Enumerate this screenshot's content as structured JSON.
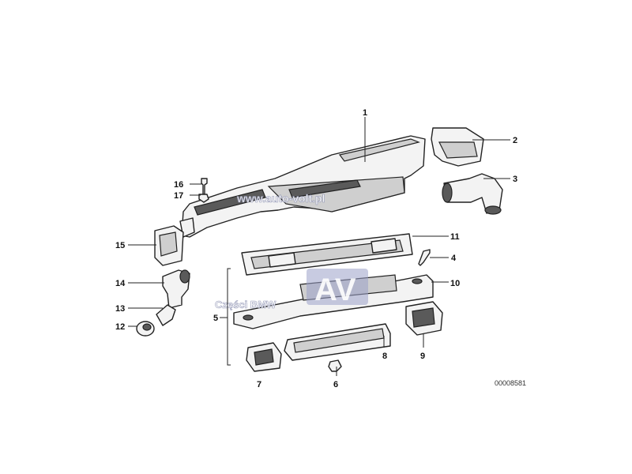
{
  "diagram": {
    "callouts": {
      "c1": "1",
      "c2": "2",
      "c3": "3",
      "c4": "4",
      "c5": "5",
      "c6": "6",
      "c7": "7",
      "c8": "8",
      "c9": "9",
      "c10": "10",
      "c11": "11",
      "c12": "12",
      "c13": "13",
      "c14": "14",
      "c15": "15",
      "c16": "16",
      "c17": "17"
    },
    "catalog_number": "00008581"
  },
  "watermark": {
    "url": "www.auto-volt.pl",
    "brand": "Części BMW",
    "logo": "AV"
  }
}
